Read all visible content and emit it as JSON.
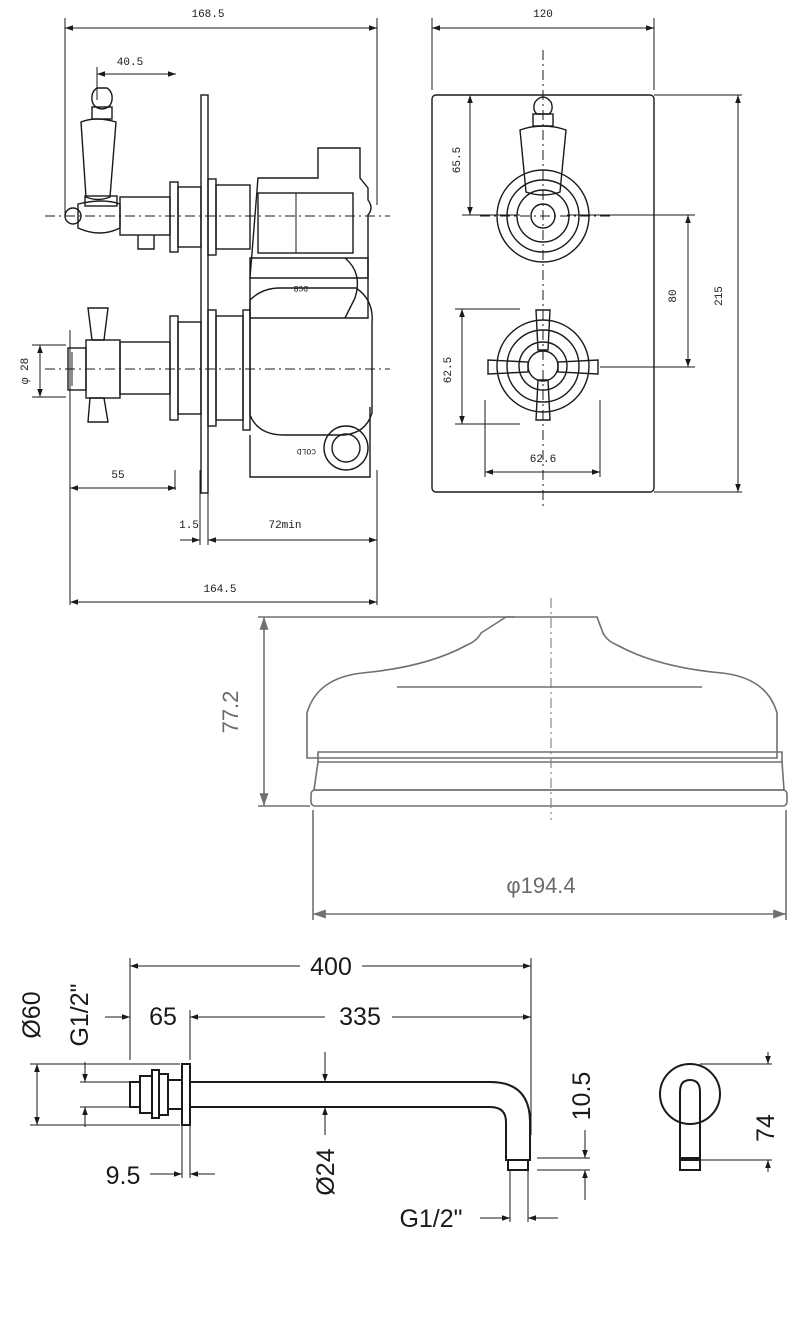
{
  "valve": {
    "dims": {
      "overall_width_top": "168.5",
      "lever_offset": "40.5",
      "plate_width": "120",
      "upper_height": "65.5",
      "centres": "80",
      "plate_height": "215",
      "knob_dia": "φ 28",
      "lower_height": "62.5",
      "handle_width": "62.6",
      "handle_proj": "55",
      "plate_thick": "1.5",
      "min_depth": "72min",
      "overall_width_bottom": "164.5"
    },
    "labels": {
      "dcb": "DCB",
      "cold": "COLD"
    }
  },
  "head": {
    "dims": {
      "height": "77.2",
      "diameter": "φ194.4"
    }
  },
  "arm": {
    "dims": {
      "length": "400",
      "thread_left": "G1/2\"",
      "flange_dia": "Ø60",
      "flange_depth": "65",
      "arm_len": "335",
      "washer": "9.5",
      "tube_dia": "Ø24",
      "drop": "10.5",
      "thread_outlet": "G1/2\"",
      "side_height": "74"
    }
  }
}
